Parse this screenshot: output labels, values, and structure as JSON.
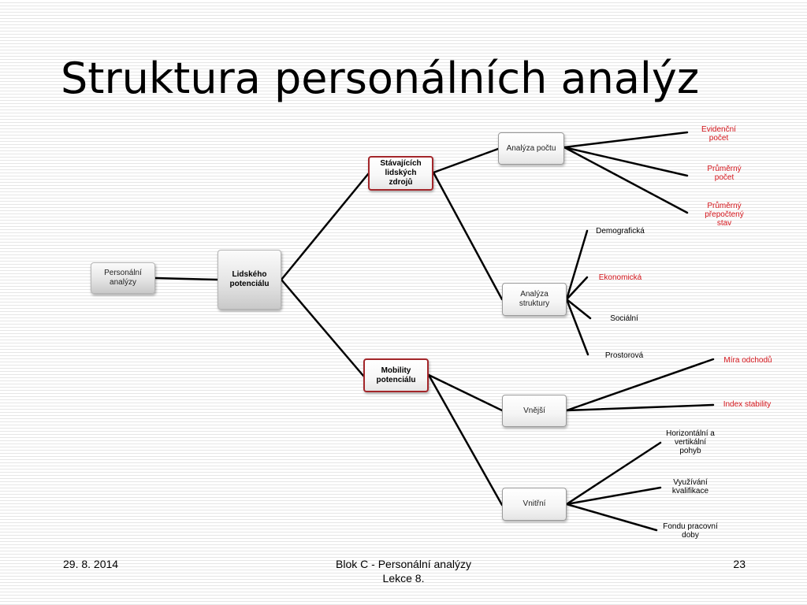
{
  "slide": {
    "title": "Struktura personálních analýz",
    "footer": {
      "date": "29. 8. 2014",
      "center_line1": "Blok C - Personální analýzy",
      "center_line2": "Lekce 8.",
      "page": "23"
    }
  },
  "diagram": {
    "root": "Personální\nanalýzy",
    "lidskeho": "Lidského\npotenciálu",
    "stavajicich": "Stávajících\nlidských\nzdrojů",
    "mobility": "Mobility\npotenciálu",
    "analyza_poctu": "Analýza počtu",
    "analyza_struktury": "Analýza\nstruktury",
    "vnejsi": "Vnější",
    "vnitrni": "Vnitřní",
    "leaves": {
      "evidencni": "Evidenční\npočet",
      "prumerny": "Průměrný\npočet",
      "prumerny_prepocteny": "Průměrný\npřepočtený\nstav",
      "demograficka": "Demografická",
      "ekonomicka": "Ekonomická",
      "socialni": "Sociální",
      "prostorova": "Prostorová",
      "mira_odchodu": "Míra odchodů",
      "index_stability": "Index stability",
      "horizontalni": "Horizontální a\nvertikální\npohyb",
      "vyuzivani": "Využívání\nkvalifikace",
      "fondu": "Fondu pracovní\ndoby"
    }
  },
  "colors": {
    "highlight_text": "#d4141a",
    "highlight_border": "#a3262a",
    "connector": "#000000"
  }
}
